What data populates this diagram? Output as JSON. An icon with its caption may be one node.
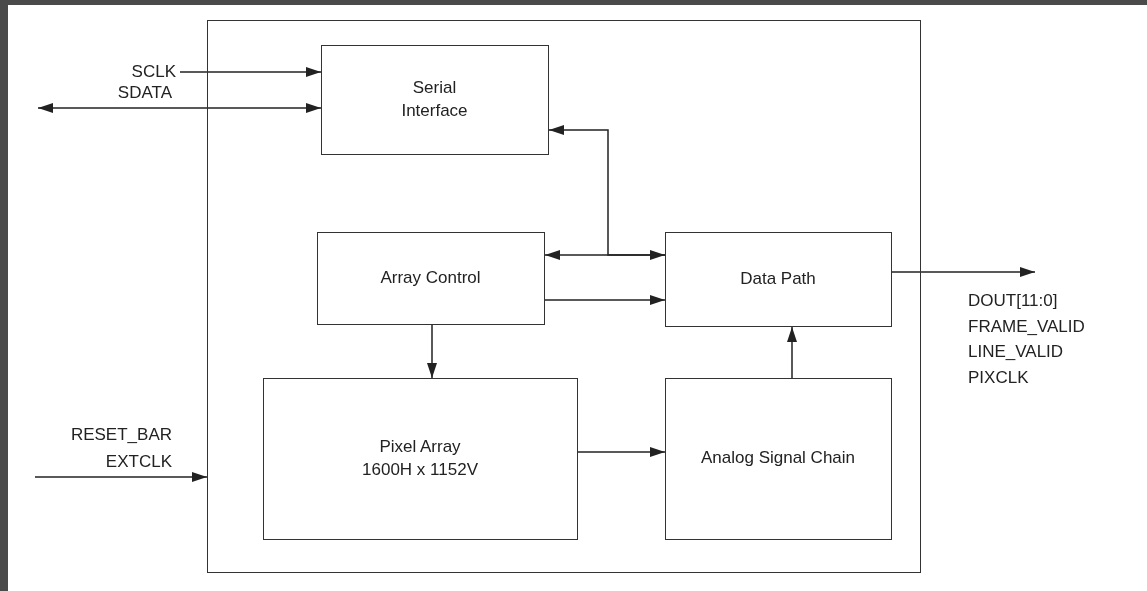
{
  "diagram": {
    "nodes": [
      {
        "text": [],
        "shape": "box"
      },
      {
        "text": [
          "Serial Interface"
        ],
        "in": 0
      },
      {
        "text": [
          "Array Control"
        ],
        "in": 0
      },
      {
        "text": [
          "Data Path"
        ],
        "in": 0
      },
      {
        "text": [
          "Pixel Array 1600H x 1152V"
        ],
        "in": 0
      },
      {
        "text": [
          "Analog Signal Chain"
        ],
        "in": 0
      },
      {
        "text": [
          "SCLK"
        ]
      },
      {
        "text": [
          "DOUT[11:0]",
          "FRAME_VALID",
          "LINE_VALID",
          "PIXCLK"
        ]
      }
    ],
    "edges": [
      {
        "from": 6,
        "to": 1,
        "arrow": "to"
      },
      {
        "from": null,
        "to": 1,
        "arrow": "both"
      },
      {
        "from": null,
        "to": 0,
        "arrow": "to"
      },
      {
        "from": 2,
        "to": 3,
        "arrow": "both"
      },
      {
        "from": 3,
        "to": 1,
        "arrow": "to"
      },
      {
        "from": 2,
        "to": 3,
        "arrow": "to"
      },
      {
        "from": 2,
        "to": 4,
        "arrow": "to"
      },
      {
        "from": 4,
        "to": 5,
        "arrow": "to"
      },
      {
        "from": 5,
        "to": 3,
        "arrow": "to"
      },
      {
        "from": 3,
        "to": 7,
        "arrow": "to"
      }
    ],
    "labels": [
      "SDATA",
      "RESET_BAR",
      "EXTCLK"
    ]
  }
}
